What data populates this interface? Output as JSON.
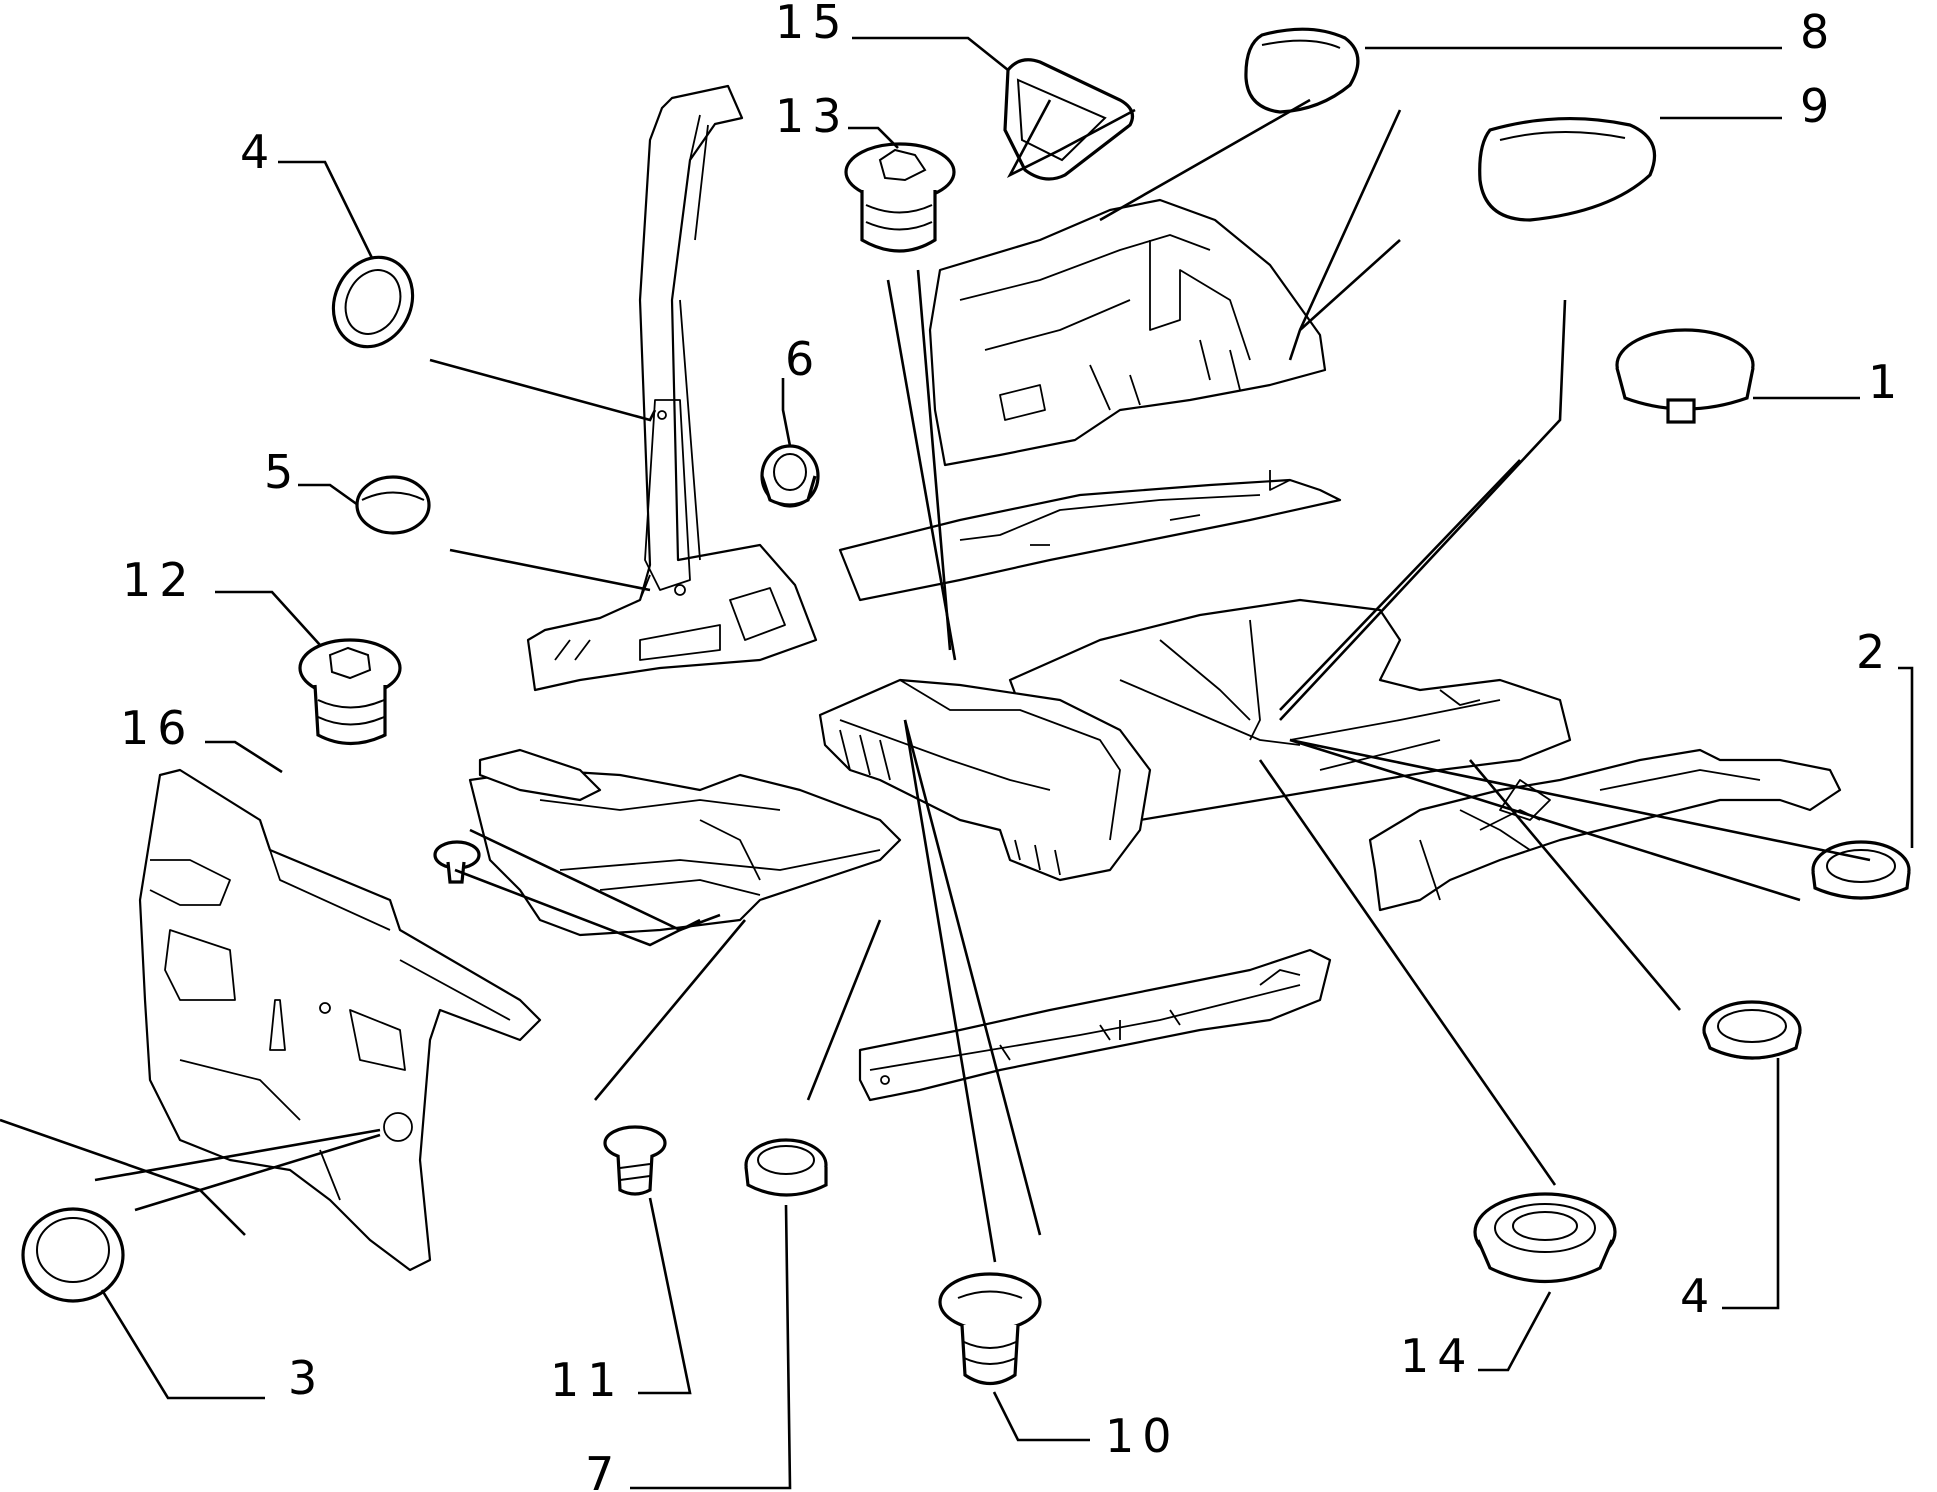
{
  "callouts": [
    {
      "id": "p15",
      "label": "15"
    },
    {
      "id": "p8",
      "label": "8"
    },
    {
      "id": "p13",
      "label": "13"
    },
    {
      "id": "p9",
      "label": "9"
    },
    {
      "id": "p4a",
      "label": "4"
    },
    {
      "id": "p6",
      "label": "6"
    },
    {
      "id": "p1",
      "label": "1"
    },
    {
      "id": "p5",
      "label": "5"
    },
    {
      "id": "p12",
      "label": "12"
    },
    {
      "id": "p2",
      "label": "2"
    },
    {
      "id": "p16",
      "label": "16"
    },
    {
      "id": "p4b",
      "label": "4"
    },
    {
      "id": "p3",
      "label": "3"
    },
    {
      "id": "p11",
      "label": "11"
    },
    {
      "id": "p10",
      "label": "10"
    },
    {
      "id": "p14",
      "label": "14"
    },
    {
      "id": "p7",
      "label": "7"
    }
  ]
}
